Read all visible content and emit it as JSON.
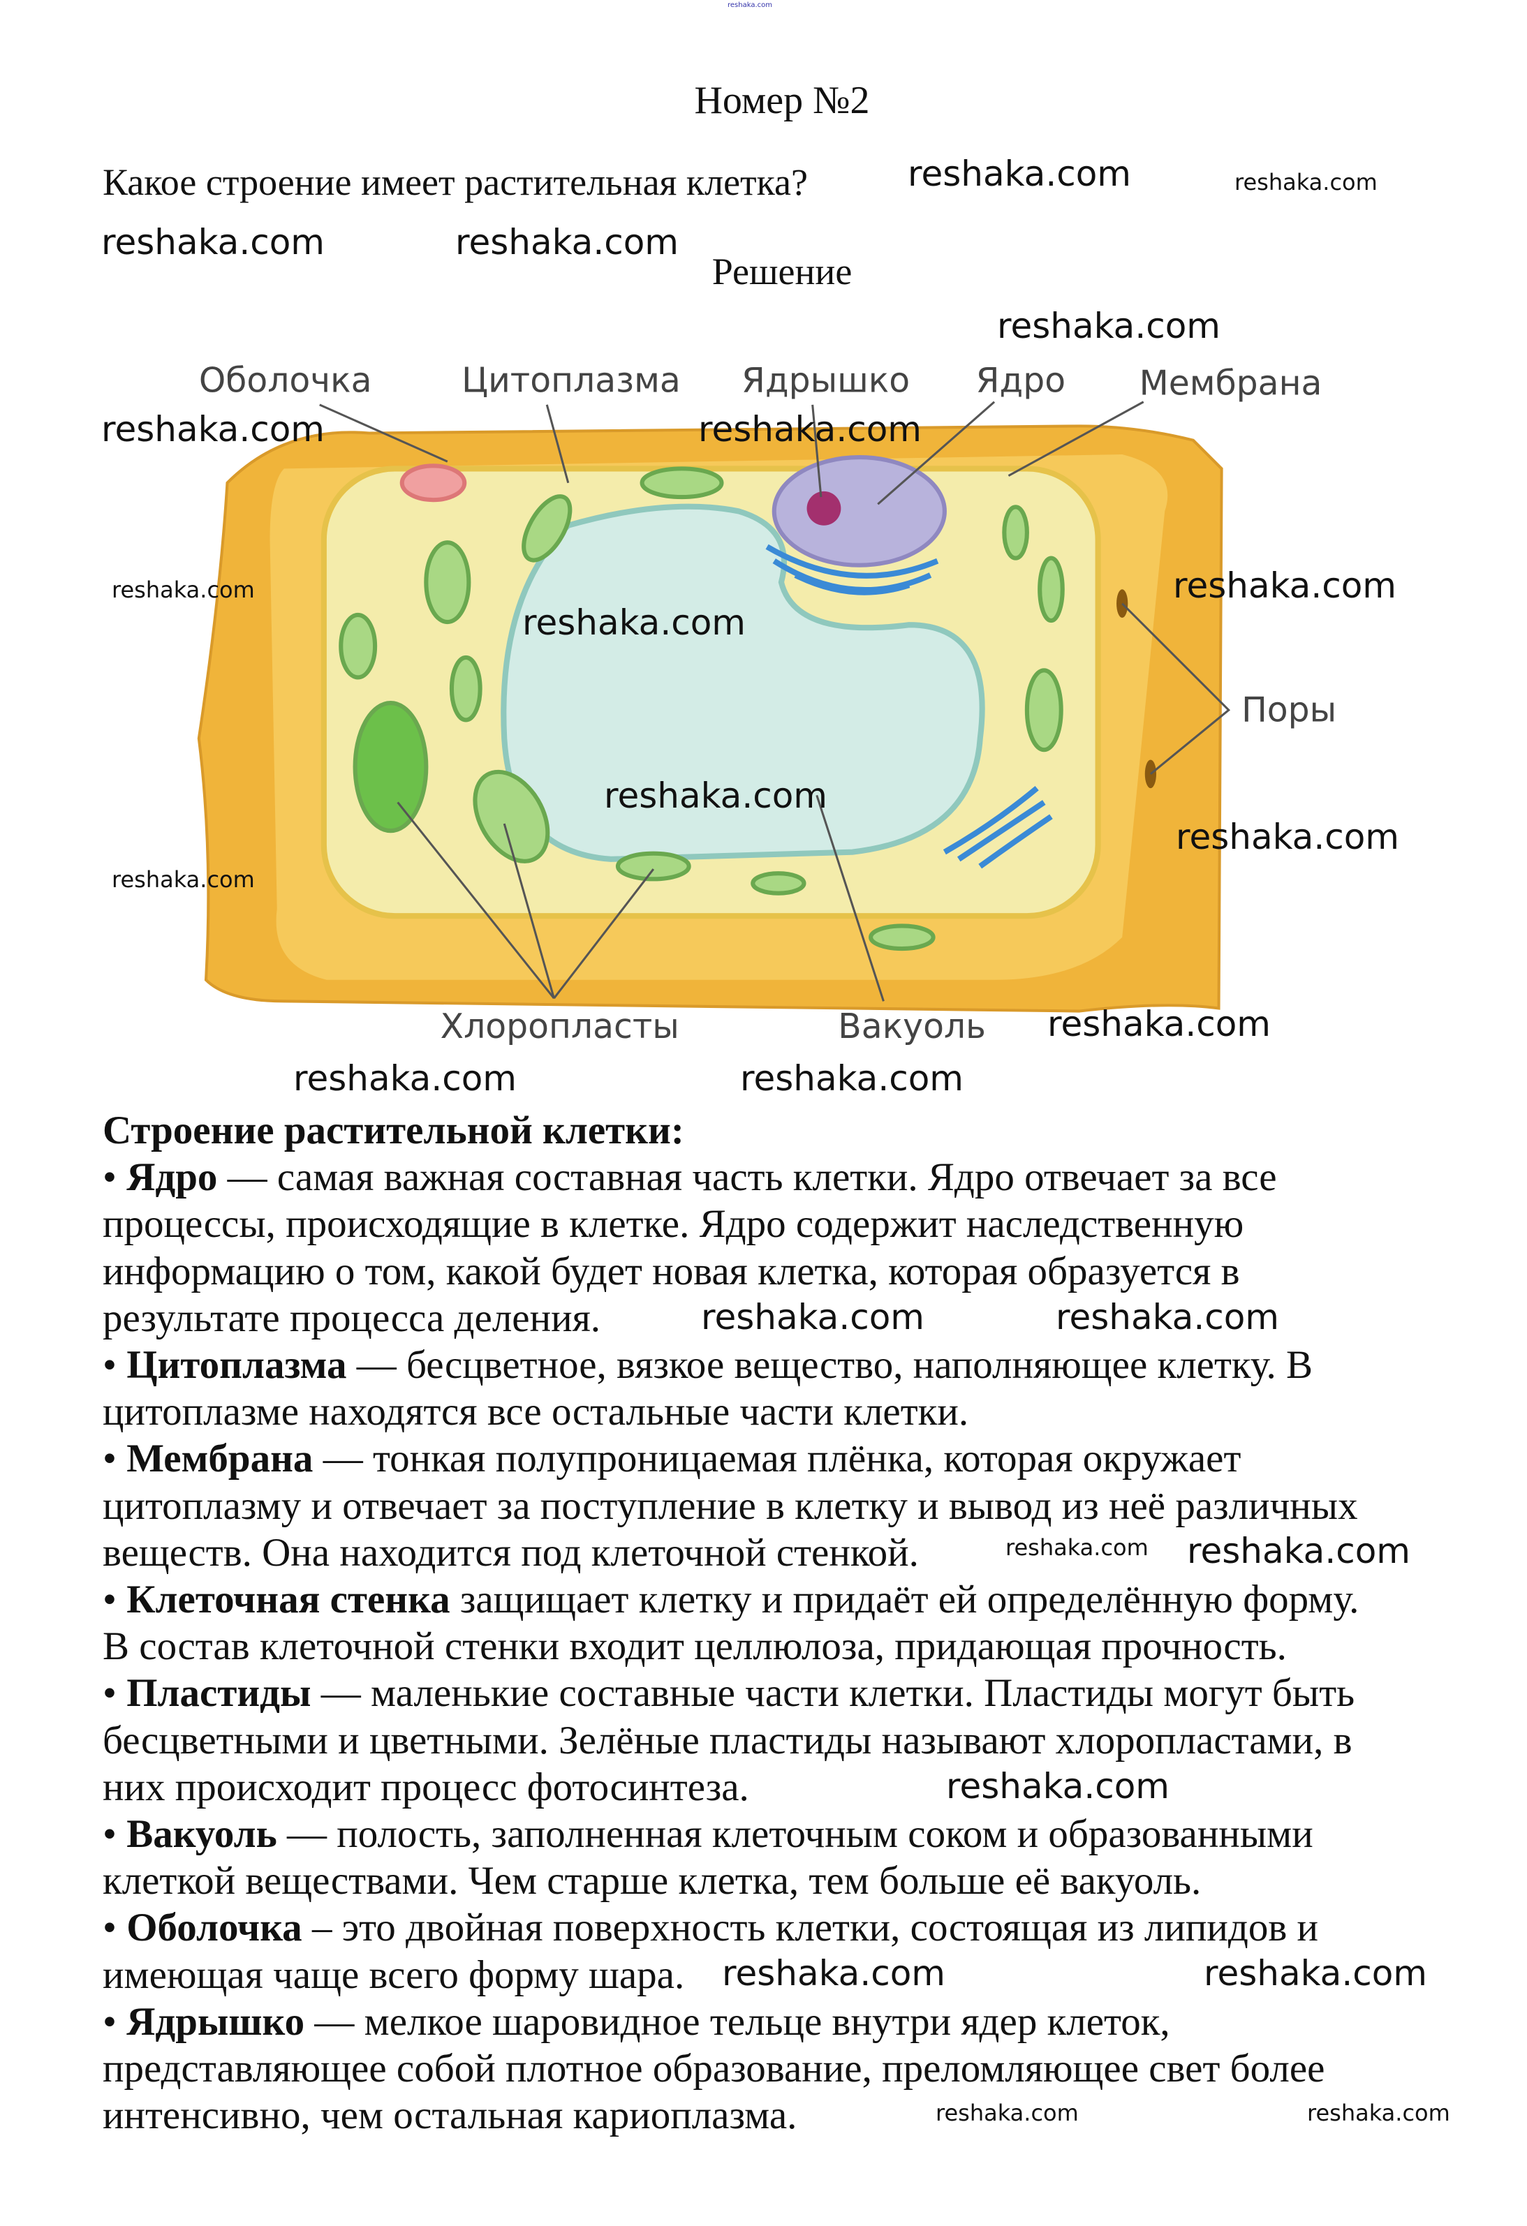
{
  "header": {
    "watermark_top": "reshaka.com",
    "title": "Номер №2",
    "question": "Какое строение имеет растительная клетка?",
    "solution_label": "Решение"
  },
  "diagram": {
    "labels": {
      "membrane_outer": "Оболочка",
      "cytoplasm": "Цитоплазма",
      "nucleolus": "Ядрышко",
      "nucleus": "Ядро",
      "membrane": "Мембрана",
      "pores": "Поры",
      "chloroplasts": "Хлоропласты",
      "vacuole": "Вакуоль"
    },
    "colors": {
      "wall": "#f0b43a",
      "cytoplasm": "#f4ecab",
      "vacuole": "#d3ece6",
      "nucleus": "#b8b3dc",
      "nucleolus": "#a3306e",
      "chloroplast": "#9fd07a"
    }
  },
  "body": {
    "heading": "Строение растительной клетки:",
    "items": [
      {
        "term": "Ядро",
        "lines": [
          " — самая важная составная часть клетки. Ядро отвечает за все",
          "процессы, происходящие в клетке. Ядро содержит наследственную",
          "информацию о том, какой будет новая клетка, которая образуется в",
          "результате процесса деления."
        ]
      },
      {
        "term": "Цитоплазма",
        "lines": [
          " — бесцветное, вязкое вещество, наполняющее клетку. В",
          "цитоплазме находятся все остальные части клетки."
        ]
      },
      {
        "term": "Мембрана",
        "lines": [
          " — тонкая полупроницаемая плёнка, которая окружает",
          "цитоплазму и отвечает за поступление в клетку и вывод из неё различных",
          "веществ. Она находится под клеточной стенкой."
        ]
      },
      {
        "term": "Клеточная стенка",
        "lines": [
          " защищает клетку и придаёт ей определённую форму.",
          "В состав клеточной стенки входит целлюлоза, придающая прочность."
        ]
      },
      {
        "term": "Пластиды",
        "lines": [
          " — маленькие составные части клетки. Пластиды могут быть",
          "бесцветными и цветными. Зелёные пластиды называют хлоропластами, в",
          "них происходит процесс фотосинтеза."
        ]
      },
      {
        "term": "Вакуоль",
        "lines": [
          " — полость, заполненная клеточным соком и образованными",
          "клеткой веществами. Чем старше клетка, тем больше её вакуоль."
        ]
      },
      {
        "term": "Оболочка",
        "lines": [
          " – это двойная поверхность клетки, состоящая из липидов и",
          "имеющая чаще всего форму шара."
        ]
      },
      {
        "term": "Ядрышко",
        "lines": [
          " — мелкое шаровидное тельце внутри ядер клеток,",
          "представляющее собой плотное образование, преломляющее свет более",
          "интенсивно, чем остальная кариоплазма."
        ]
      }
    ]
  },
  "watermark": "reshaka.com"
}
